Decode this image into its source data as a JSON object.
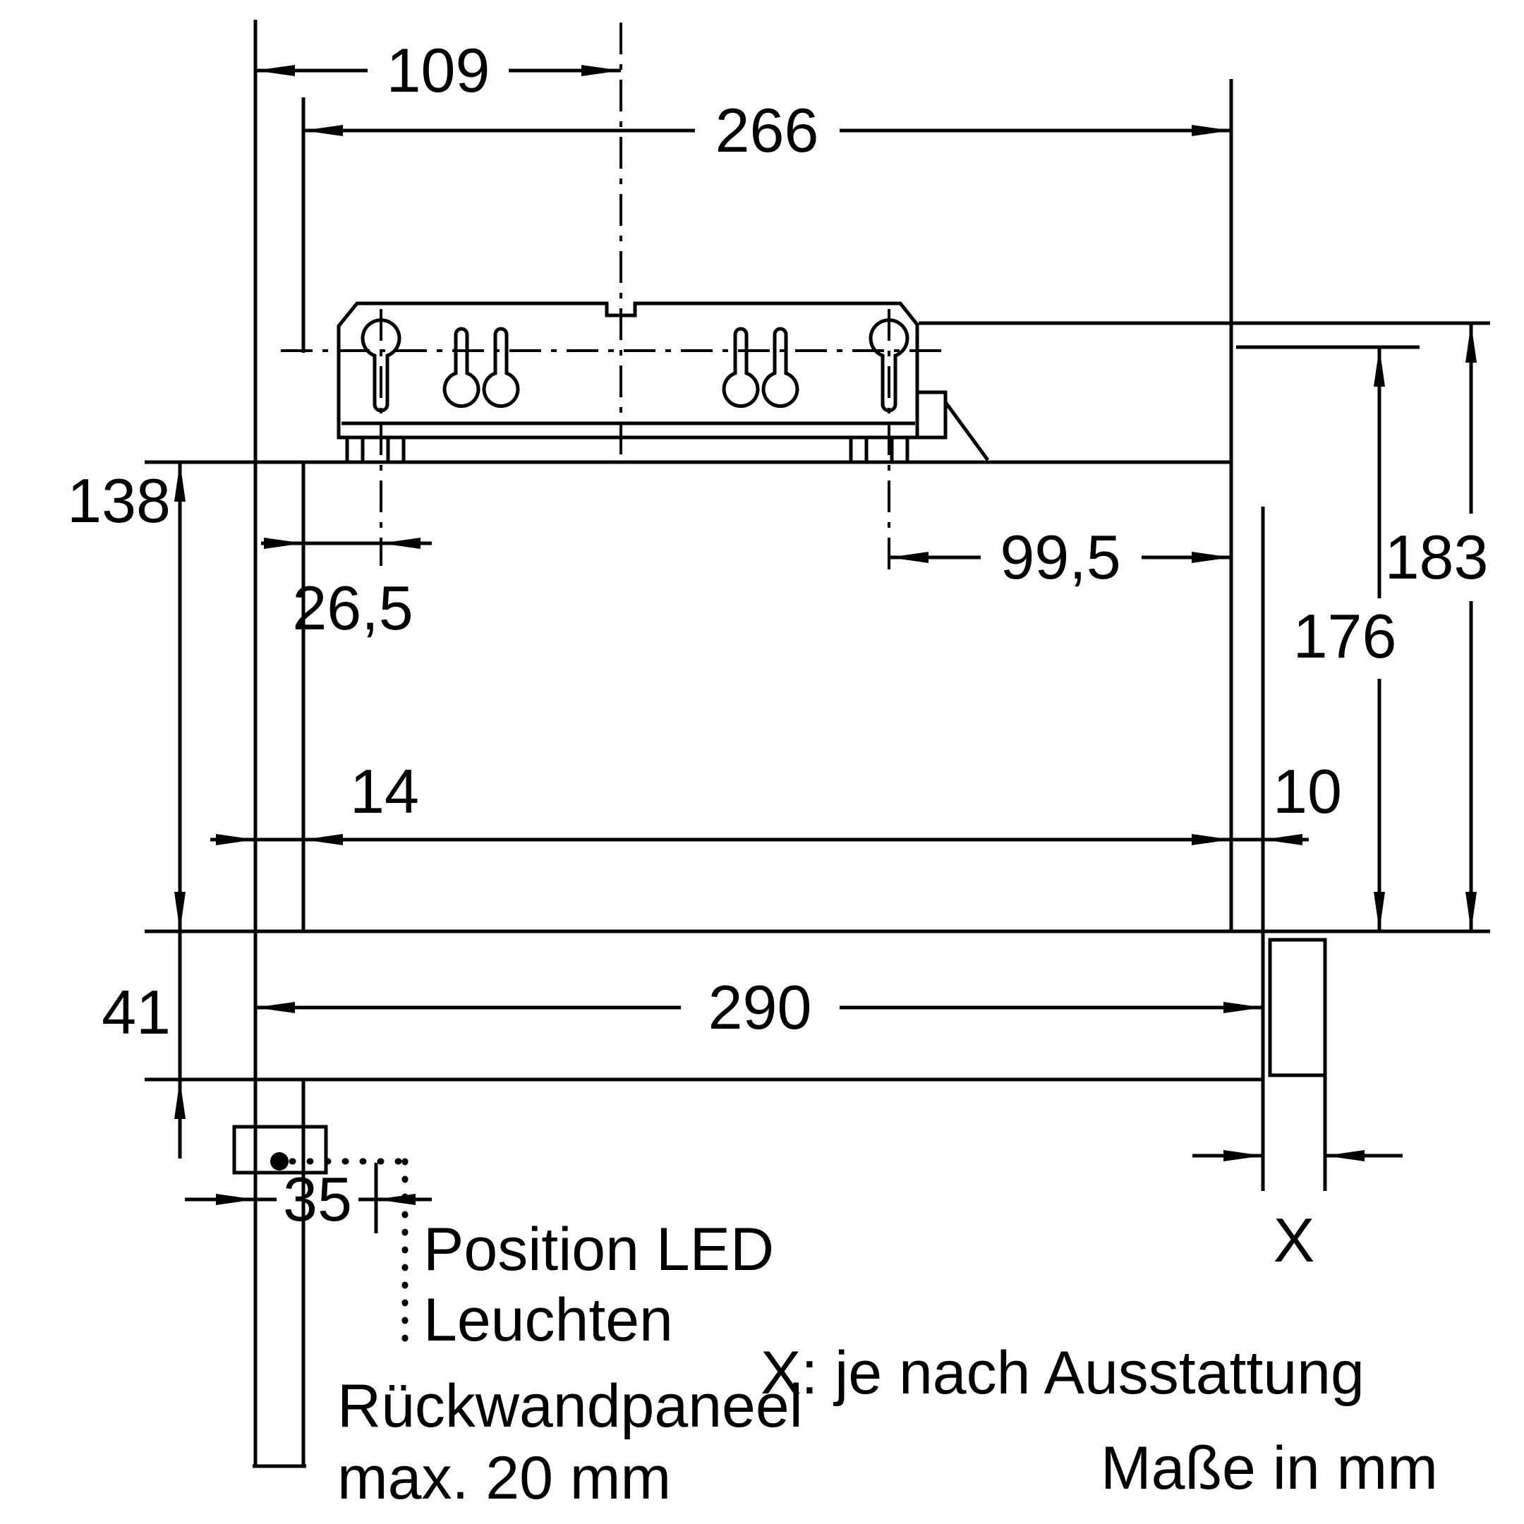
{
  "diagram": {
    "dims": {
      "d109": "109",
      "d266": "266",
      "d26_5": "26,5",
      "d99_5": "99,5",
      "d183": "183",
      "d176": "176",
      "d138": "138",
      "d14": "14",
      "d10": "10",
      "d41": "41",
      "d290": "290",
      "d35": "35",
      "dX": "X"
    },
    "labels": {
      "led_line1": "Position LED",
      "led_line2": "Leuchten",
      "x_note": "X: je nach Ausstattung",
      "panel_line1": "Rückwandpaneel",
      "panel_line2": "max. 20 mm",
      "units": "Maße in mm"
    }
  }
}
